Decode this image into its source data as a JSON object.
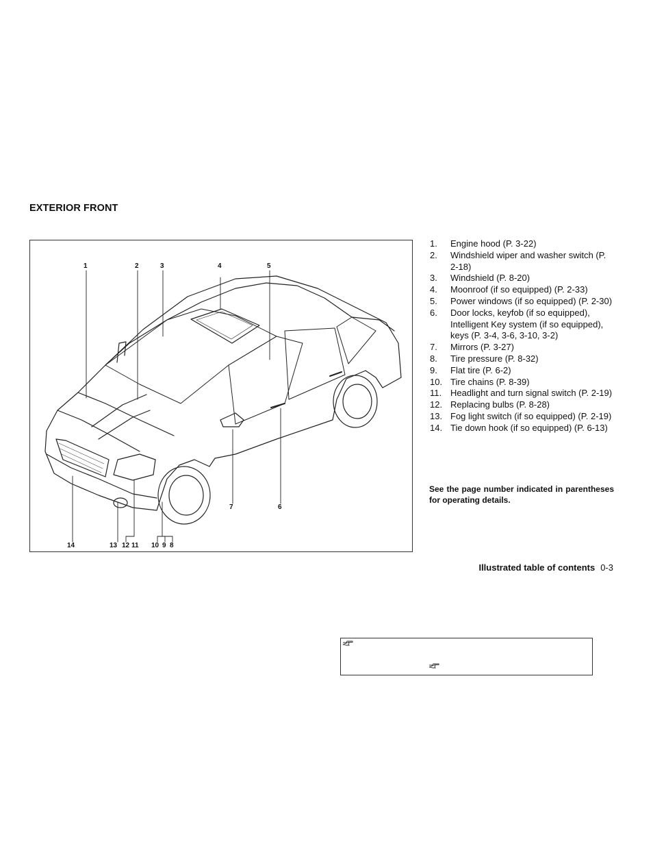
{
  "page": {
    "section_title": "EXTERIOR FRONT",
    "footer_section": "Illustrated table of contents",
    "footer_page": "0-3"
  },
  "figure": {
    "callouts_top": [
      "1",
      "2",
      "3",
      "4",
      "5"
    ],
    "callouts_side": [
      "7",
      "6"
    ],
    "callouts_bottom": [
      "14",
      "13",
      "12",
      "11",
      "10",
      "9",
      "8"
    ]
  },
  "legend": [
    {
      "num": "1.",
      "text": "Engine hood (P. 3-22)"
    },
    {
      "num": "2.",
      "text": "Windshield wiper and washer switch (P. 2-18)"
    },
    {
      "num": "3.",
      "text": "Windshield (P. 8-20)"
    },
    {
      "num": "4.",
      "text": "Moonroof (if so equipped) (P. 2-33)"
    },
    {
      "num": "5.",
      "text": "Power windows (if so equipped) (P. 2-30)"
    },
    {
      "num": "6.",
      "text": "Door locks, keyfob (if so equipped), Intelligent Key system (if so equipped), keys (P. 3-4, 3-6, 3-10, 3-2)"
    },
    {
      "num": "7.",
      "text": "Mirrors (P. 3-27)"
    },
    {
      "num": "8.",
      "text": "Tire pressure (P. 8-32)"
    },
    {
      "num": "9.",
      "text": "Flat tire (P. 6-2)"
    },
    {
      "num": "10.",
      "text": "Tire chains (P. 8-39)"
    },
    {
      "num": "11.",
      "text": "Headlight and turn signal switch (P. 2-19)"
    },
    {
      "num": "12.",
      "text": "Replacing bulbs (P. 8-28)"
    },
    {
      "num": "13.",
      "text": "Fog light switch (if so equipped) (P. 2-19)"
    },
    {
      "num": "14.",
      "text": "Tie down hook (if so equipped) (P. 6-13)"
    }
  ],
  "note": "See the page number indicated in parentheses for operating details.",
  "icons": {
    "figure": "car-exterior-illustration",
    "bottom_box": "pointing-hand-icon"
  }
}
